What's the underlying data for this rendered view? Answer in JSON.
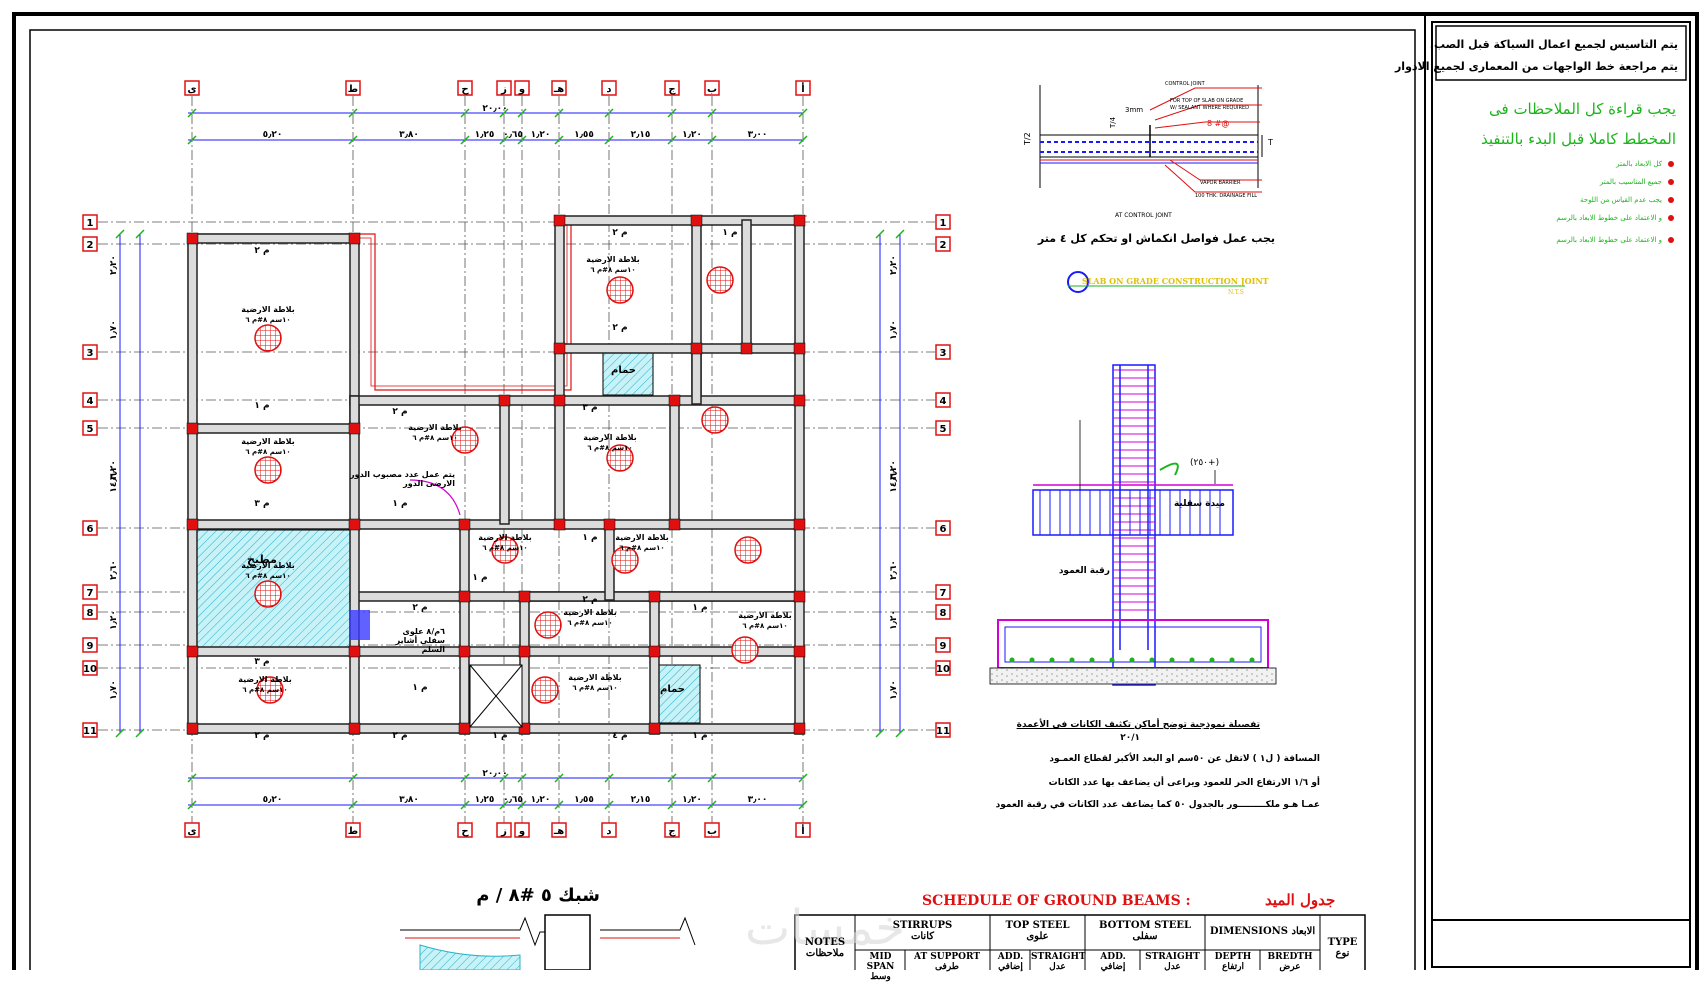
{
  "grid_letters": [
    "ى",
    "ط",
    "ح",
    "ز",
    "و",
    "هـ",
    "د",
    "ج",
    "ب",
    "أ"
  ],
  "grid_numbers": [
    "1",
    "2",
    "3",
    "4",
    "5",
    "6",
    "7",
    "8",
    "9",
    "10",
    "11"
  ],
  "top_dims": [
    "٥٫٢٠",
    "٣٫٨٠",
    "١٫٢٥",
    "٠٫٦٥",
    "١٫٢٠",
    "١٫٥٥",
    "٢٫١٥",
    "١٫٢٠",
    "٣٫٠٠"
  ],
  "overall_dim": "٢٠٫٠٠",
  "side_dims": [
    "١٤٫٦٠",
    "٢٫٢٠",
    "١٫٧٠",
    "٣٫٢٠",
    "٢٫٦٠",
    "١٫٢٠",
    "١٫٧٠"
  ],
  "slab_label": "بلاطة الارضية",
  "slab_rebar": "١٠سم ٨#م ٦",
  "beam_labels": [
    "م ٢",
    "م ١",
    "م ٣",
    "م ٤"
  ],
  "room_labels": {
    "kitchen": "مطبخ",
    "bath1": "حمام",
    "bath2": "حمام"
  },
  "ground_note": "يجب عمل فواصل انكماش او تحكم كل ٤ متر",
  "column_note": "يتم عمل عدد مصبوب الدور الارضى الدور",
  "stair_note": "٦م/٨ علوى سفلى أشاير السلم",
  "detail1": {
    "labels": [
      "CONTROL JOINT",
      "FOR TOP OF SLAB ON GRADE",
      "W/ SEALANT WHERE REQUIRED",
      "VAPOR BARRIER",
      "100 THK. DRAINAGE FILL",
      "AT CONTROL JOINT"
    ],
    "dims": [
      "T/4",
      "T/2",
      "3mm",
      "T"
    ],
    "rebar": "8 #@"
  },
  "detail2_title": "SLAB ON GRADE CONSTRUCTION JOINT",
  "detail2_sub": "N.T.S",
  "column_detail": {
    "labels": [
      "ميدة سقلية",
      "رقبة العمود",
      "(٢٥٠+)"
    ],
    "title": "تفصيلة نموذجية توضح أماكن تكثيف الكانات في الأعمدة",
    "scale": "٢٠/١",
    "notes": [
      "المسافة ( ل١ ) لاتقل عن ٥٠سم او البعد الأكبر لقطاع العمـود",
      "أو ١/٦ الارتفاع الحر للعمود ويراعى أن يضاعف بها عدد الكانات",
      "عمـا هـو ملكـــــــــور بالجدول ٥٠ كما يضاعف عدد الكانات في رقبة العمود"
    ]
  },
  "mesh_title": "شبك ٥ #٨ / م",
  "title_block": {
    "note1": "يتم التاسيس لجميع اعمال السباكة قبل الصب.",
    "note2": "يتم مراجعة خط الواجهات من المعمارى لجميع الادوار",
    "green1": "يجب قراءة كل الملاحظات فى",
    "green2": "المخطط كاملا قبل البدء بالتنفيذ",
    "bullets": [
      "كل الابعاد بالمتر",
      "جميع المناسيب بالمتر",
      "يجب عدم القياس من اللوحة",
      "و الاعتماد على خطوط الابعاد بالرسم",
      "و الاعتماد على خطوط الابعاد بالرسم"
    ]
  },
  "schedule": {
    "title_en": "SCHEDULE OF GROUND BEAMS :",
    "title_ar": "جدول الميد",
    "headers": [
      "NOTES",
      "STIRRUPS",
      "TOP STEEL",
      "BOTTOM STEEL",
      "DIMENSIONS",
      "TYPE"
    ],
    "headers_ar": [
      "ملاحظات",
      "كانات",
      "علوى",
      "سفلى",
      "الابعاد",
      "نوع"
    ],
    "sub_headers": [
      "MID SPAN",
      "AT SUPPORT",
      "ADD.",
      "STRAIGHT",
      "ADD.",
      "STRAIGHT",
      "DEPTH",
      "BREDTH"
    ],
    "sub_headers_ar": [
      "وسط",
      "طرفى",
      "إضافي",
      "عدل",
      "إضافي",
      "عدل",
      "ارتفاع",
      "عرض"
    ]
  },
  "watermark": "خمسات",
  "colors": {
    "red": "#e01010",
    "blue": "#1a1aff",
    "green": "#1bb51b",
    "cyan": "#2ab3c8",
    "magenta": "#d400d4",
    "hatch": "#b8eef5"
  }
}
